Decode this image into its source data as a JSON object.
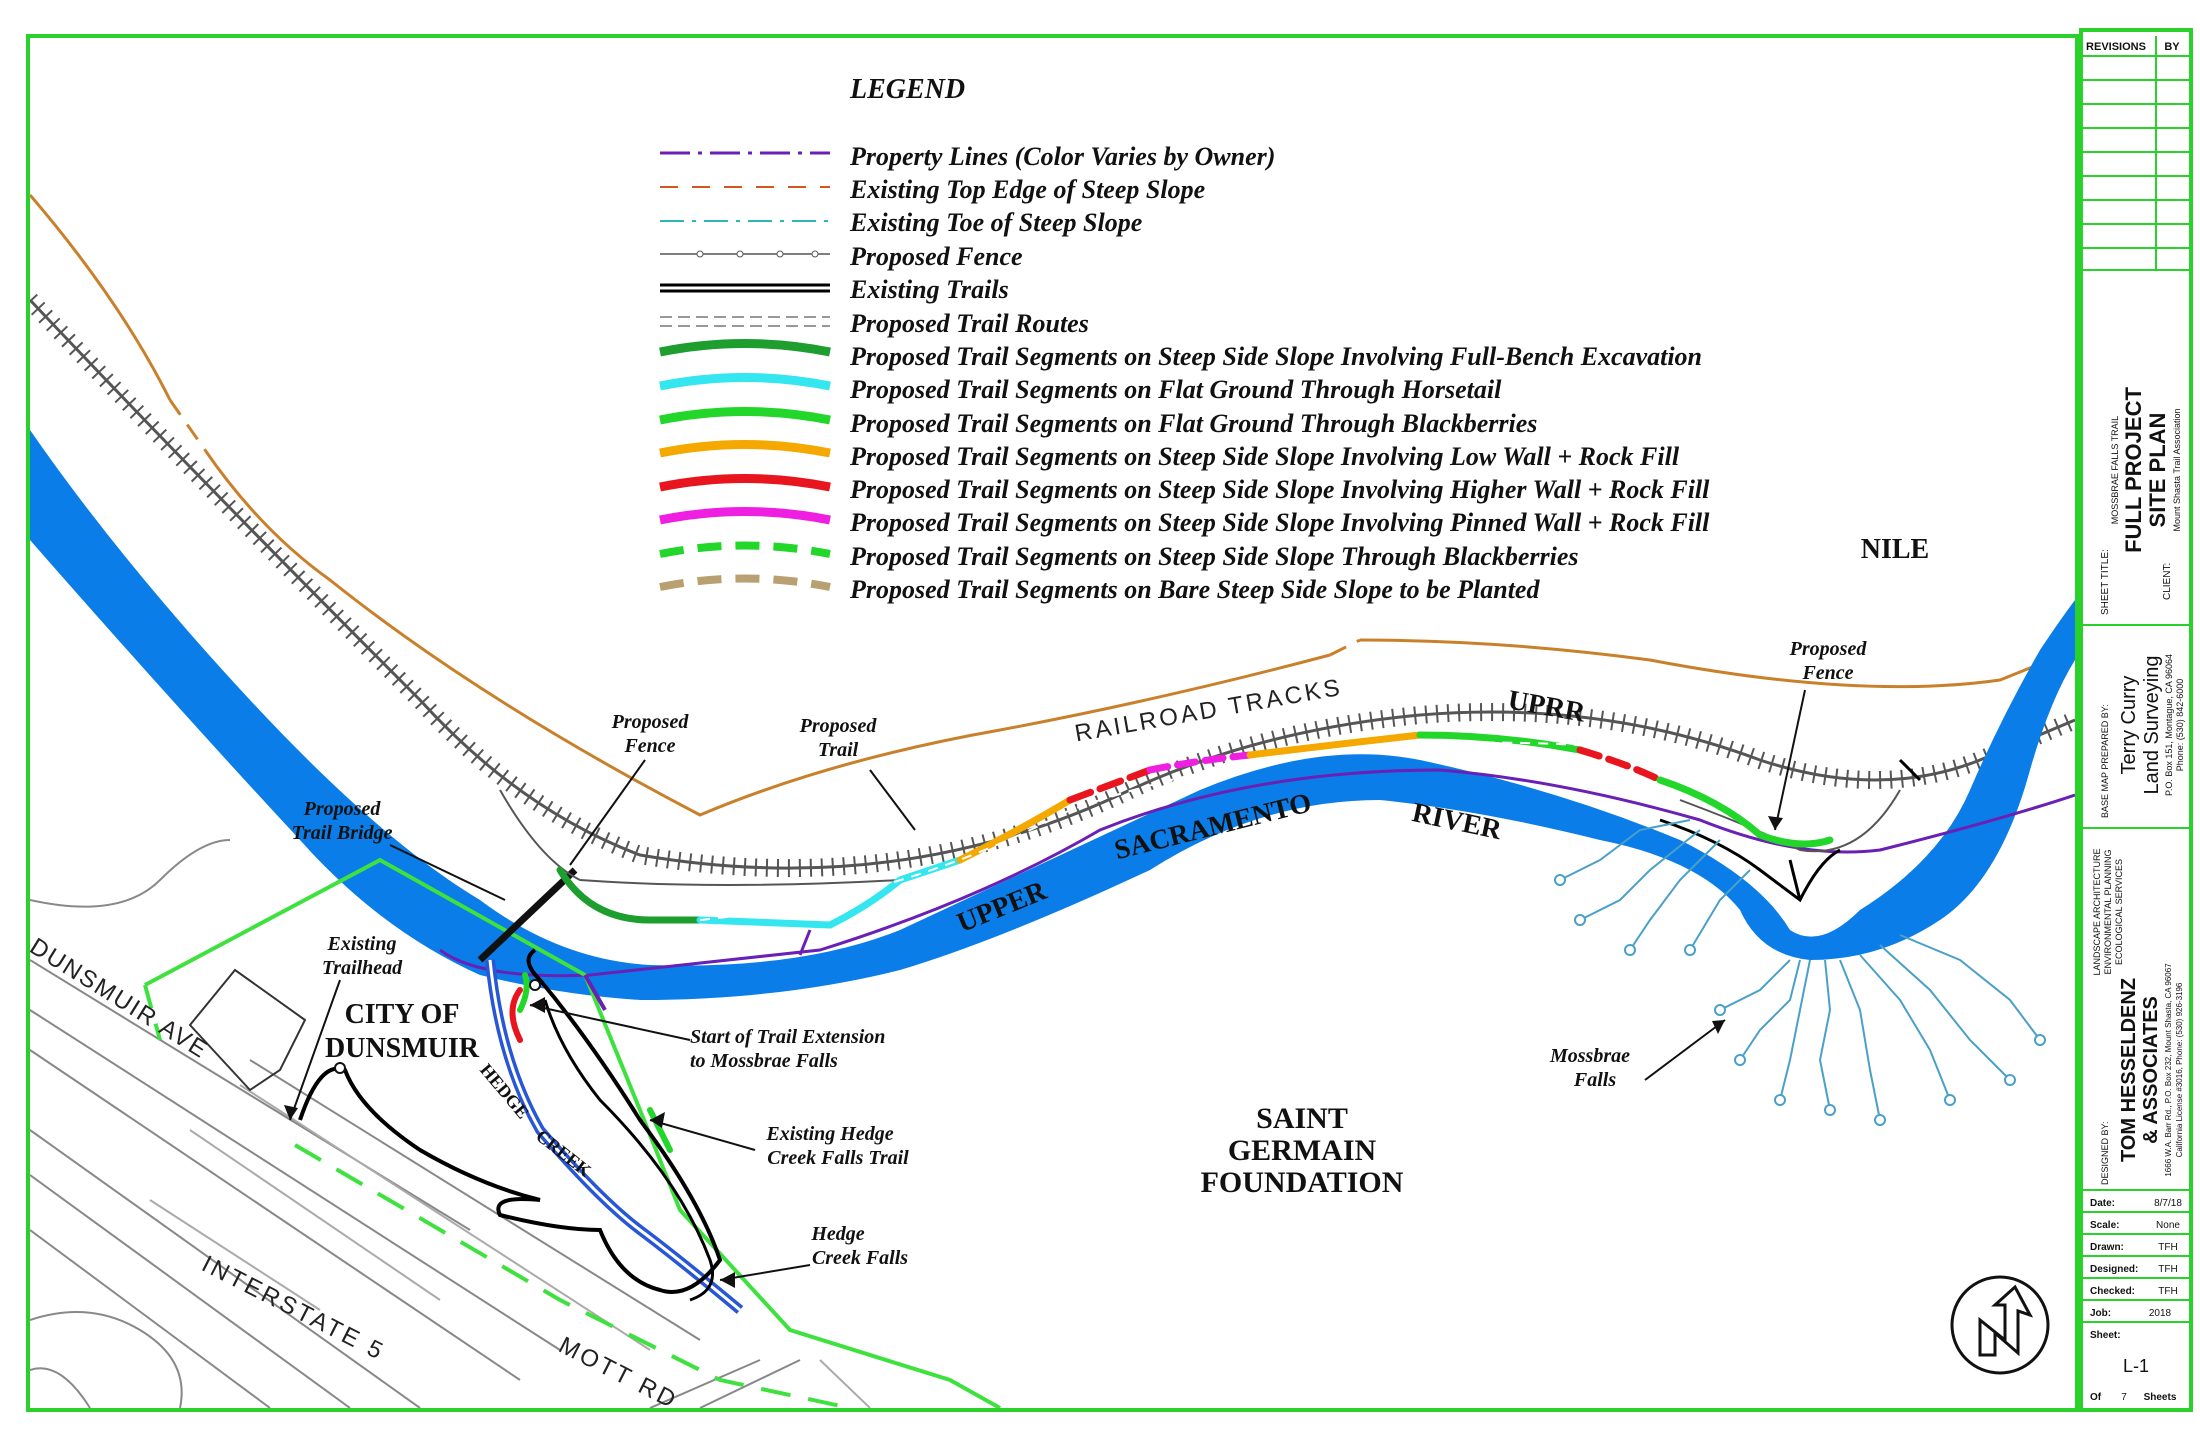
{
  "legend": {
    "title": "LEGEND",
    "items": [
      {
        "label": "Property Lines (Color Varies by Owner)",
        "color": "#6a1fb5"
      },
      {
        "label": "Existing Top Edge of Steep Slope",
        "color": "#d8541c"
      },
      {
        "label": "Existing Toe of Steep Slope",
        "color": "#2fb7b7"
      },
      {
        "label": "Proposed Fence",
        "color": "#555555"
      },
      {
        "label": "Existing Trails",
        "color": "#000000"
      },
      {
        "label": "Proposed Trail Routes",
        "color": "#777777"
      },
      {
        "label": "Proposed Trail Segments on Steep Side Slope Involving Full-Bench Excavation",
        "color": "#1e9e2e"
      },
      {
        "label": "Proposed Trail Segments on Flat Ground Through Horsetail",
        "color": "#33e6f0"
      },
      {
        "label": "Proposed Trail Segments on Flat Ground Through Blackberries",
        "color": "#22d62a"
      },
      {
        "label": "Proposed Trail Segments on Steep Side Slope Involving Low Wall + Rock Fill",
        "color": "#f5a800"
      },
      {
        "label": "Proposed Trail Segments on Steep Side Slope Involving Higher Wall + Rock Fill",
        "color": "#e8141e"
      },
      {
        "label": "Proposed Trail Segments on Steep Side Slope Involving Pinned Wall + Rock Fill",
        "color": "#ef1fe2"
      },
      {
        "label": "Proposed Trail Segments on Steep Side Slope Through Blackberries",
        "color": "#22d62a"
      },
      {
        "label": "Proposed Trail Segments on Bare Steep Side Slope to be Planted",
        "color": "#b8a070"
      }
    ]
  },
  "map_labels": {
    "nile": "NILE",
    "uprr": "UPRR",
    "railroad_tracks": "RAILROAD TRACKS",
    "upper": "UPPER",
    "sacramento": "SACRAMENTO",
    "river": "RIVER",
    "saint": "SAINT",
    "germain": "GERMAIN",
    "foundation": "FOUNDATION",
    "city_of": "CITY OF",
    "dunsmuir": "DUNSMUIR",
    "hedge": "HEDGE",
    "creek": "CREEK",
    "dunsmuir_ave": "DUNSMUIR AVE",
    "interstate_5": "INTERSTATE 5",
    "mott_rd": "MOTT RD"
  },
  "callouts": {
    "proposed_fence_1": [
      "Proposed",
      "Fence"
    ],
    "proposed_trail": [
      "Proposed",
      "Trail"
    ],
    "proposed_trail_bridge": [
      "Proposed",
      "Trail Bridge"
    ],
    "existing_trailhead": [
      "Existing",
      "Trailhead"
    ],
    "start_extension": [
      "Start of Trail Extension",
      "to Mossbrae Falls"
    ],
    "existing_hedge_creek": [
      "Existing Hedge",
      "Creek Falls Trail"
    ],
    "hedge_creek_falls": [
      "Hedge",
      "Creek Falls"
    ],
    "mossbrae_falls": [
      "Mossbrae",
      "Falls"
    ],
    "proposed_fence_2": [
      "Proposed",
      "Fence"
    ]
  },
  "title_block": {
    "revisions": "REVISIONS",
    "by": "BY",
    "sheet_title_label": "SHEET TITLE:",
    "project_small": "MOSSBRAE FALLS TRAIL",
    "title_line1": "FULL PROJECT",
    "title_line2": "SITE PLAN",
    "client_label": "CLIENT:",
    "client": "Mount Shasta Trail Association",
    "base_map_label": "BASE MAP PREPARED BY:",
    "surveyor_line1": "Terry Curry",
    "surveyor_line2": "Land Surveying",
    "surveyor_addr1": "P.O. Box 151, Montague, CA 96064",
    "surveyor_addr2": "Phone: (530) 842-6000",
    "services_line1": "LANDSCAPE ARCHITECTURE",
    "services_line2": "ENVIRONMENTAL PLANNING",
    "services_line3": "ECOLOGICAL SERVICES",
    "designed_by_label": "DESIGNED BY:",
    "firm_line1": "TOM HESSELDENZ",
    "firm_line2": "& ASSOCIATES",
    "firm_addr1": "1666 W.A. Barr Rd., P.O. Box 232, Mount Shasta, CA 96067",
    "firm_addr2": "California License #3016, Phone: (530) 926-3196",
    "fields": [
      {
        "label": "Date:",
        "value": "8/7/18"
      },
      {
        "label": "Scale:",
        "value": "None"
      },
      {
        "label": "Drawn:",
        "value": "TFH"
      },
      {
        "label": "Designed:",
        "value": "TFH"
      },
      {
        "label": "Checked:",
        "value": "TFH"
      },
      {
        "label": "Job:",
        "value": "2018"
      }
    ],
    "sheet_label": "Sheet:",
    "sheet_number": "L-1",
    "of_label": "Of",
    "of_count": "7",
    "sheets_label": "Sheets"
  },
  "colors": {
    "border": "#2bd12b",
    "river": "#0a7de8",
    "slope_top": "#c9802a",
    "property": "#6a1fb5",
    "boundary": "#3ee13e",
    "creek": "#2857d6",
    "falls": "#4aa0c8"
  }
}
